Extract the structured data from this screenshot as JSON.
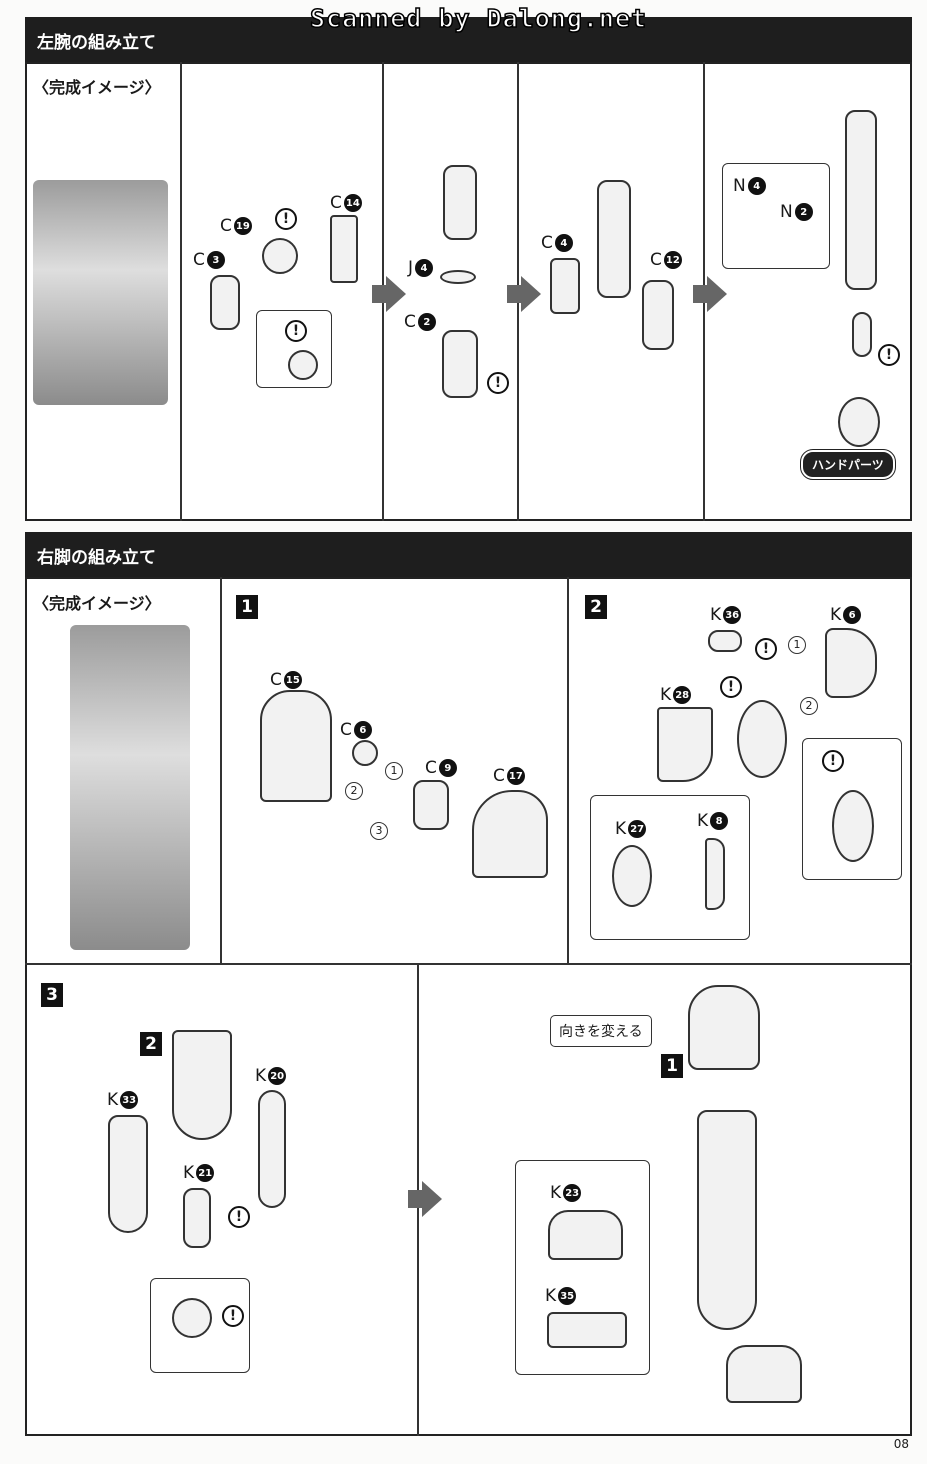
{
  "watermark": "Scanned by Dalong.net",
  "section1": {
    "title": "左腕の組み立て",
    "image_title": "〈完成イメージ〉",
    "labels": [
      {
        "l": "C",
        "n": "19"
      },
      {
        "l": "C",
        "n": "3"
      },
      {
        "l": "C",
        "n": "14"
      },
      {
        "l": "J",
        "n": "4"
      },
      {
        "l": "C",
        "n": "2"
      },
      {
        "l": "C",
        "n": "4"
      },
      {
        "l": "C",
        "n": "12"
      },
      {
        "l": "N",
        "n": "4"
      },
      {
        "l": "N",
        "n": "2"
      }
    ],
    "hand_parts": "ハンドパーツ"
  },
  "section2": {
    "title": "右脚の組み立て",
    "image_title": "〈完成イメージ〉",
    "step1": {
      "step": "1",
      "labels": [
        {
          "l": "C",
          "n": "15"
        },
        {
          "l": "C",
          "n": "6"
        },
        {
          "l": "C",
          "n": "9"
        },
        {
          "l": "C",
          "n": "17"
        }
      ],
      "order": [
        "1",
        "2",
        "3"
      ]
    },
    "step2": {
      "step": "2",
      "labels": [
        {
          "l": "K",
          "n": "36"
        },
        {
          "l": "K",
          "n": "6"
        },
        {
          "l": "K",
          "n": "28"
        },
        {
          "l": "K",
          "n": "27"
        },
        {
          "l": "K",
          "n": "8"
        }
      ],
      "order": [
        "1",
        "2"
      ]
    },
    "step3": {
      "step": "3",
      "ref_step_a": "2",
      "ref_step_b": "1",
      "labels": [
        {
          "l": "K",
          "n": "33"
        },
        {
          "l": "K",
          "n": "20"
        },
        {
          "l": "K",
          "n": "21"
        },
        {
          "l": "K",
          "n": "23"
        },
        {
          "l": "K",
          "n": "35"
        }
      ],
      "note": "向きを変える"
    }
  },
  "warning_mark": "!",
  "page_number": "08"
}
